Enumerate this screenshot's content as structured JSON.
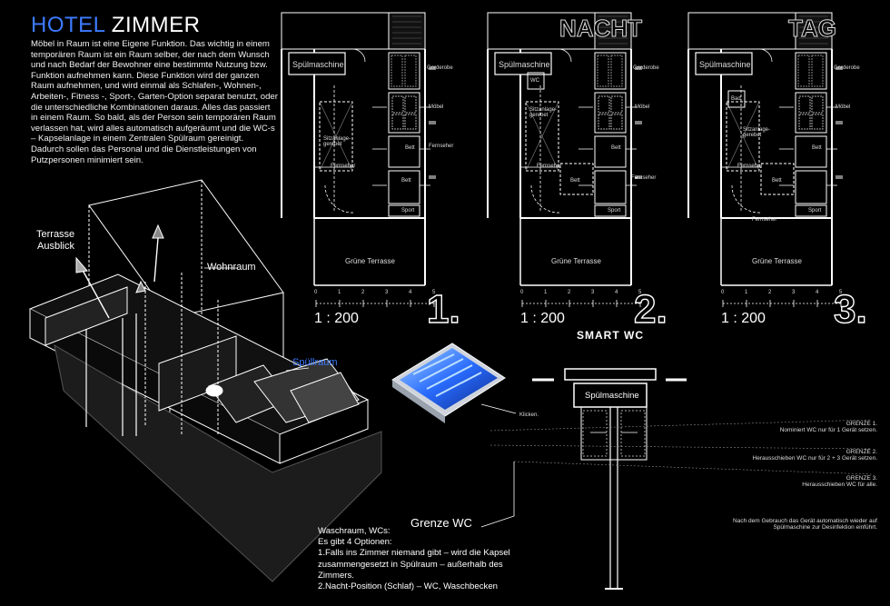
{
  "header": {
    "title_part1": "HOTEL",
    "title_part2": "ZIMMER"
  },
  "intro_text": "Möbel in Raum ist eine Eigene Funktion. Das wichtig in einem temporären Raum ist ein Raum selber, der nach dem Wunsch und nach Bedarf der Bewohner eine bestimmte Nutzung bzw. Funktion aufnehmen kann. Diese Funktion wird der ganzen Raum aufnehmen, und wird einmal als Schlafen-, Wohnen-, Arbeiten-, Fitness -, Sport-, Garten-Option separat benutzt, oder die unterschiedliche Kombinationen daraus. Alles das passiert in einem Raum. So bald, als der Person sein temporären Raum verlassen hat, wird alles automatisch aufgeräumt und die WC-s – Kapselanlage in einem Zentralen Spülraum gereinigt. Dadurch sollen das Personal und die Dienstleistungen von Putzpersonen minimiert sein.",
  "isometric": {
    "terrasse_line1": "Terrasse",
    "terrasse_line2": "Ausblick",
    "wohnraum": "Wohnraum",
    "spuellraum": "Spüllraum"
  },
  "plans": [
    {
      "id": "plan-1",
      "title": "",
      "number": "1.",
      "scale": "1 : 200",
      "labels": {
        "spuelmaschine": "Spülmaschine",
        "garderobe": "Garderobe",
        "moebel": "Möbel",
        "bett_a": "Bett",
        "bett_b": "Bett",
        "fernseher_a": "Fernseher",
        "fernseher_b": "Fernseher",
        "sport": "Sport",
        "sitzanlage": "Sitzanlage-gerebet",
        "terrasse": "Grüne Terrasse"
      }
    },
    {
      "id": "plan-2",
      "title": "NACHT",
      "number": "2.",
      "scale": "1 : 200",
      "labels": {
        "spuelmaschine": "Spülmaschine",
        "garderobe": "Garderobe",
        "moebel": "Möbel",
        "bett_a": "Bett",
        "bett_b": "Bett",
        "fernseher_a": "Fernseher",
        "fernseher_b": "Fernseher",
        "sport": "Sport",
        "sitzanlage": "Sitzanlage-gerebet",
        "wc": "WC",
        "terrasse": "Grüne Terrasse"
      }
    },
    {
      "id": "plan-3",
      "title": "TAG",
      "number": "3.",
      "scale": "1 : 200",
      "labels": {
        "spuelmaschine": "Spülmaschine",
        "garderobe": "Garderobe",
        "moebel": "Möbel",
        "bett_a": "Bett",
        "bett_b": "Bett",
        "fernseher_a": "Fernseher",
        "fernseher_b": "Fernseher",
        "sport": "Sport",
        "sitzanlage": "Sitzanlage-gerebet",
        "bad": "Bad",
        "terrasse": "Grüne Terrasse"
      }
    }
  ],
  "scale_ticks": [
    "0",
    "1",
    "2",
    "3",
    "4",
    "5"
  ],
  "smart_wc": {
    "title": "SMART  WC",
    "spuelmaschine": "Spülmaschine",
    "klicken": "Klicken.",
    "grenze_wc": "Grenze WC",
    "grenzen": [
      {
        "title": "GRENZE 1.",
        "text": "Nominiert WC nur für 1 Gerät setzen."
      },
      {
        "title": "GRENZE 2.",
        "text": "Herausschieben  WC nur für 2 + 3 Gerät setzen."
      },
      {
        "title": "GRENZE 3.",
        "text": "Herausschieben  WC  für  alle."
      }
    ],
    "note": "Nach dem Gebrauch das Gerät automatisch wieder auf Spülmaschine zur Desinfektion einführt."
  },
  "waschraum": {
    "line1": "Waschraum, WCs:",
    "line2": "Es gibt 4 Optionen:",
    "line3": "1.Falls ins Zimmer niemand gibt – wird die Kapsel zusammengesetzt in Spülraum – außerhalb des Zimmers.",
    "line4": "2.Nacht-Position (Schlaf) – WC, Waschbecken"
  },
  "colors": {
    "background": "#000000",
    "accent_blue": "#3d7bff",
    "line": "#ffffff"
  }
}
